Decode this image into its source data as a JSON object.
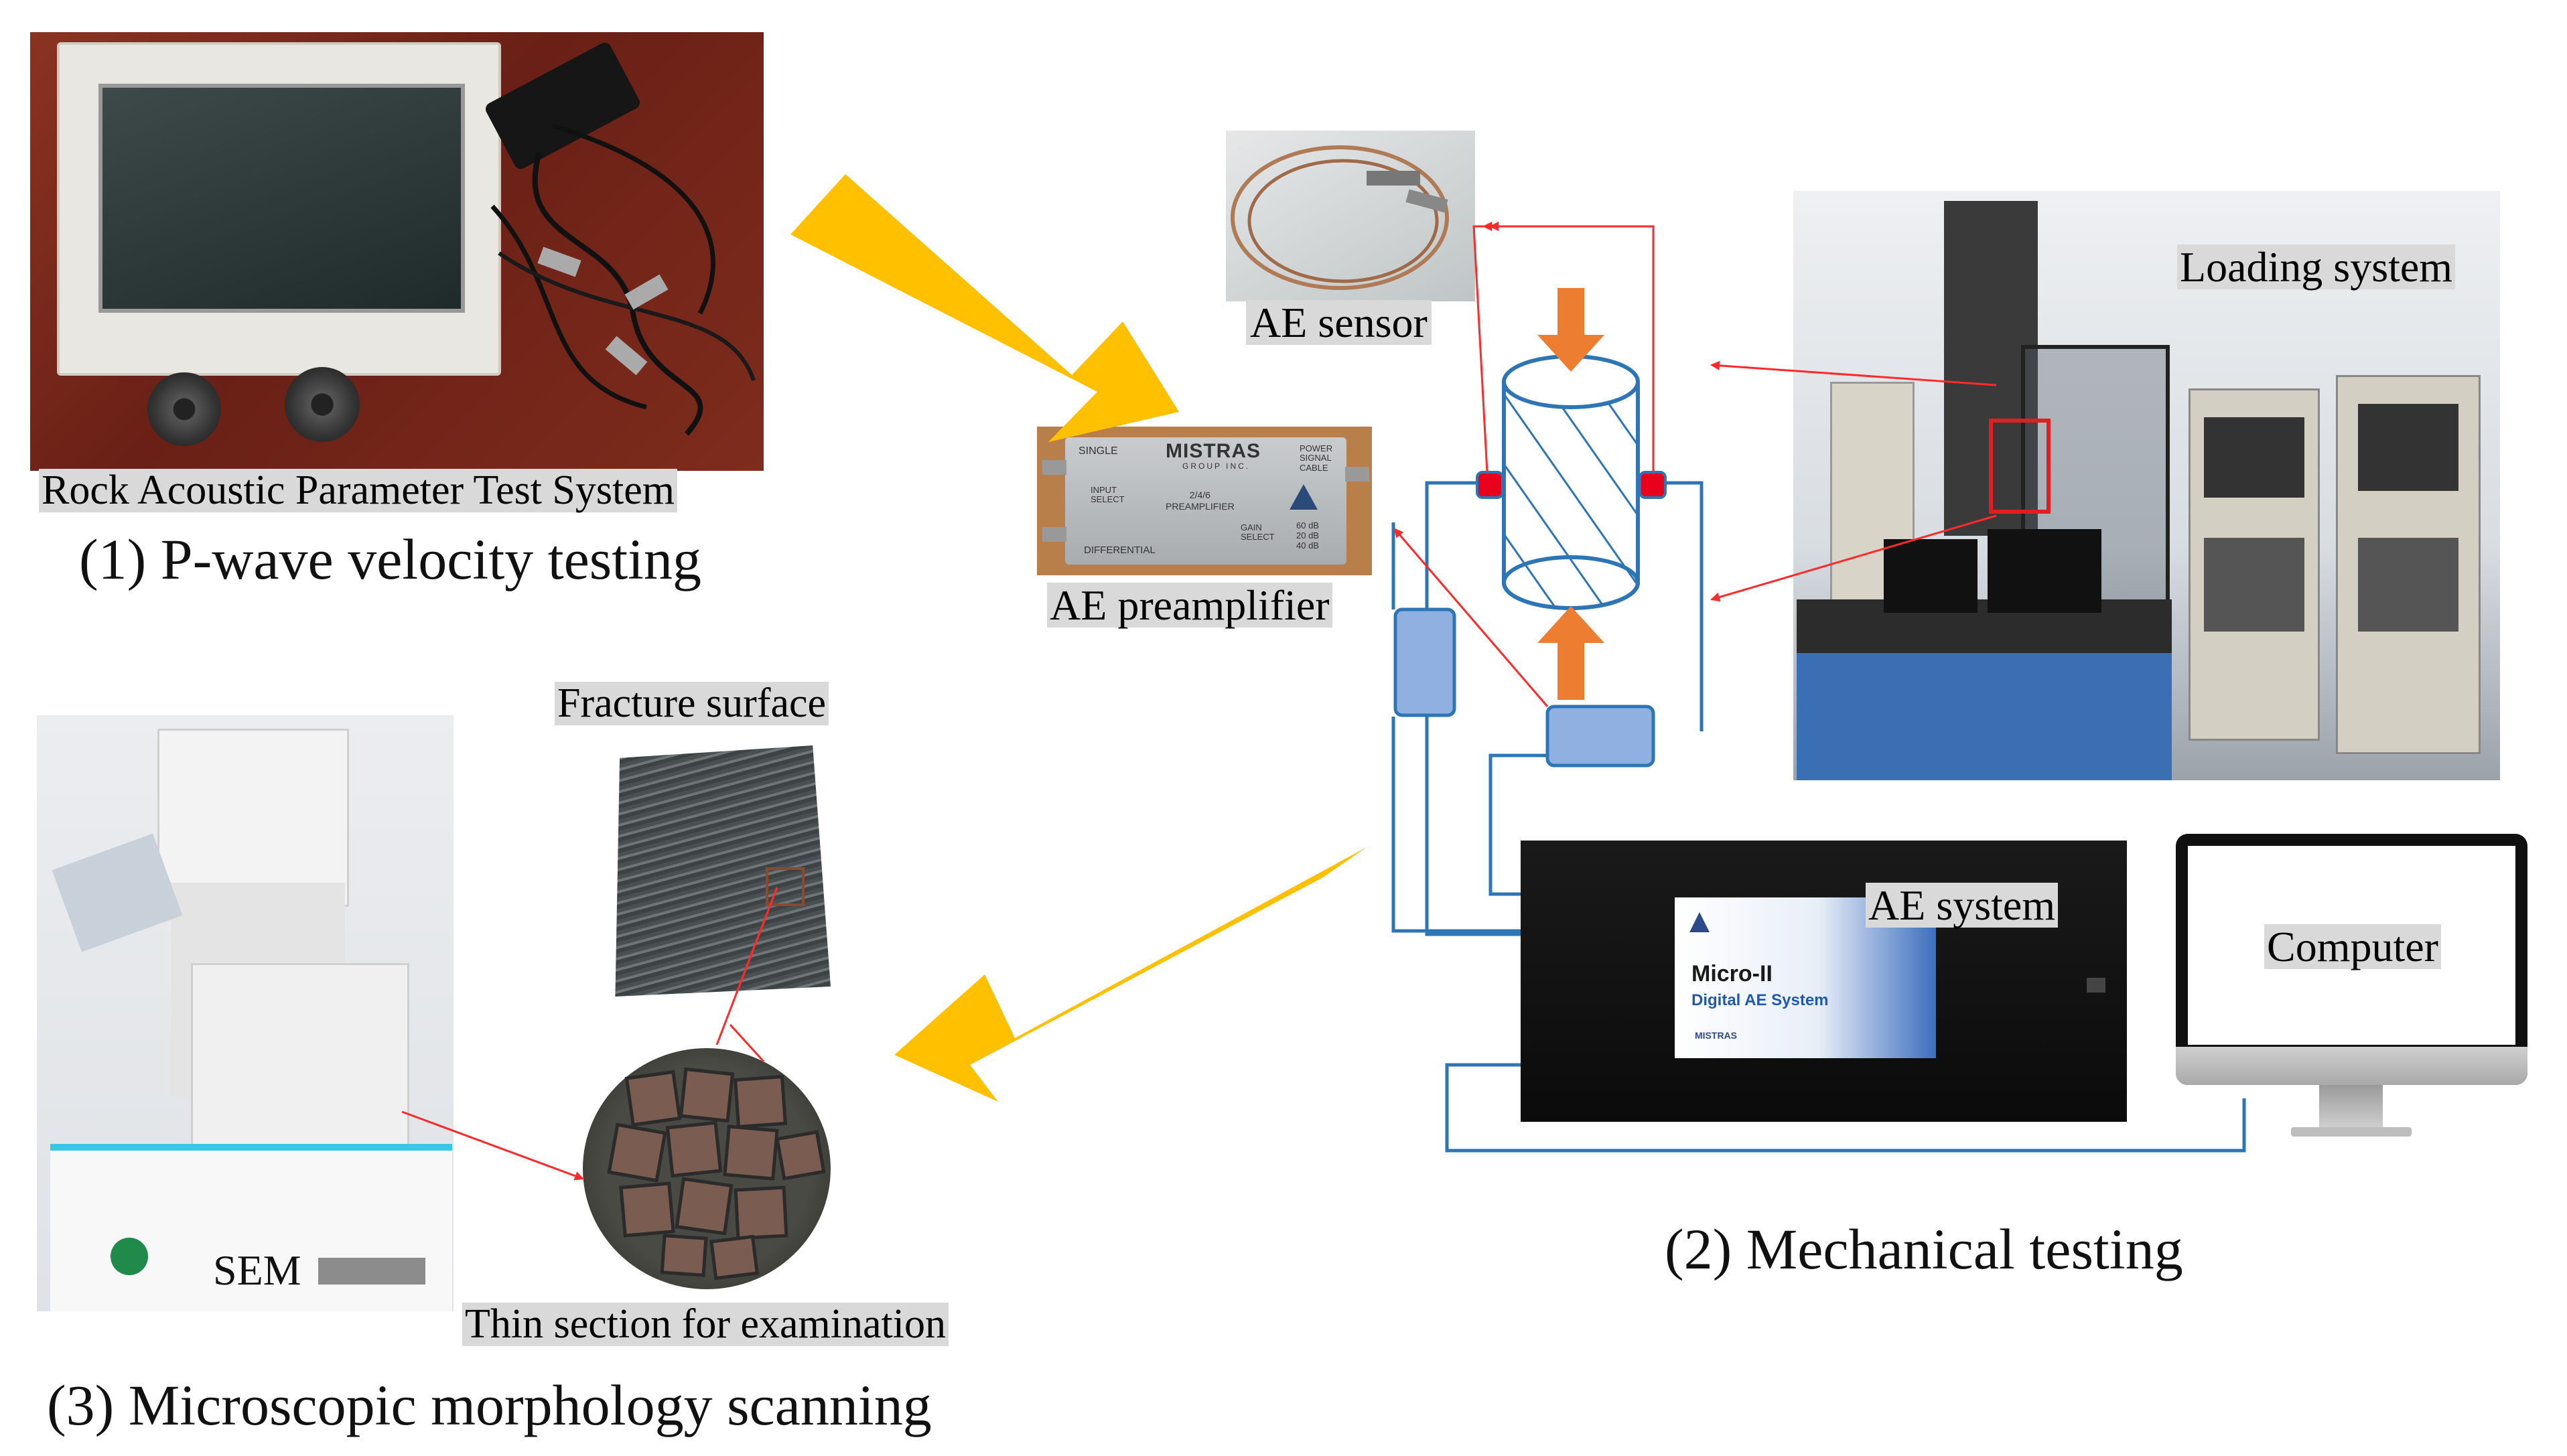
{
  "sections": {
    "pwave": {
      "caption": "(1) P-wave velocity testing",
      "photo_label": "Rock Acoustic Parameter Test System"
    },
    "mechanical": {
      "caption": "(2) Mechanical testing",
      "labels": {
        "ae_sensor": "AE sensor",
        "ae_preamplifier": "AE preamplifier",
        "loading_system": "Loading system",
        "ae_system": "AE system",
        "computer": "Computer"
      },
      "preamp_panel": {
        "brand": "MISTRAS",
        "brand_sub": "GROUP INC.",
        "single": "SINGLE",
        "differential": "DIFFERENTIAL",
        "input_select": "INPUT\nSELECT",
        "model": "2/4/6\nPREAMPLIFIER",
        "power": "POWER\nSIGNAL\nCABLE",
        "gain_select": "GAIN\nSELECT",
        "gains": [
          "60 dB",
          "20 dB",
          "40 dB"
        ]
      },
      "ae_system_panel": {
        "model": "Micro-II",
        "subtitle": "Digital AE System",
        "maker": "MISTRAS"
      }
    },
    "microscopy": {
      "caption": "(3) Microscopic morphology scanning",
      "labels": {
        "fracture_surface": "Fracture surface",
        "thin_section": "Thin section for examination",
        "sem": "SEM"
      }
    }
  },
  "colors": {
    "flow_arrow": "#ffc000",
    "load_arrow": "#ed7d31",
    "pointer_line": "#ff2a2a",
    "cable": "#2e75b6",
    "component_fill": "#8fb0e0",
    "component_stroke": "#2e75b6",
    "sensor_fill": "#e8001c",
    "label_bg": "#d9d9d9"
  }
}
